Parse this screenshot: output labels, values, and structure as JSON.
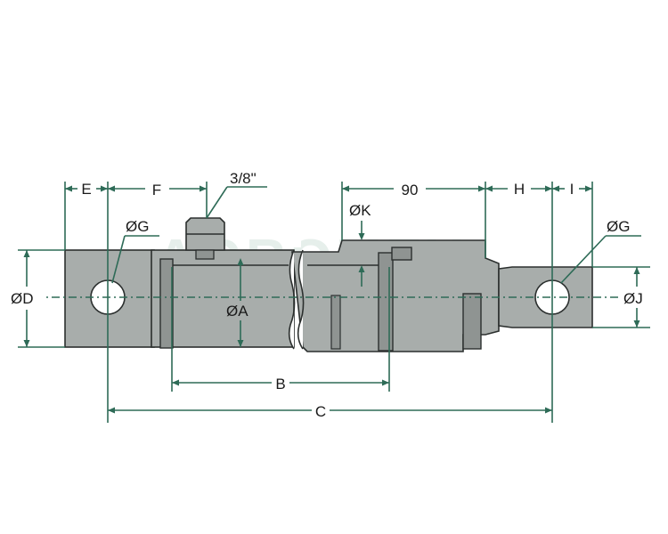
{
  "watermark": "AGROMEX",
  "labels": {
    "E": "E",
    "F": "F",
    "port": "3/8\"",
    "G_left": "ØG",
    "G_right": "ØG",
    "K": "ØK",
    "ninety": "90",
    "H": "H",
    "I": "I",
    "D": "ØD",
    "A": "ØA",
    "J": "ØJ",
    "B": "B",
    "C": "C"
  },
  "colors": {
    "dimension_line": "#2e6b57",
    "body": "#a8adab",
    "outline": "#2b2f2e"
  }
}
